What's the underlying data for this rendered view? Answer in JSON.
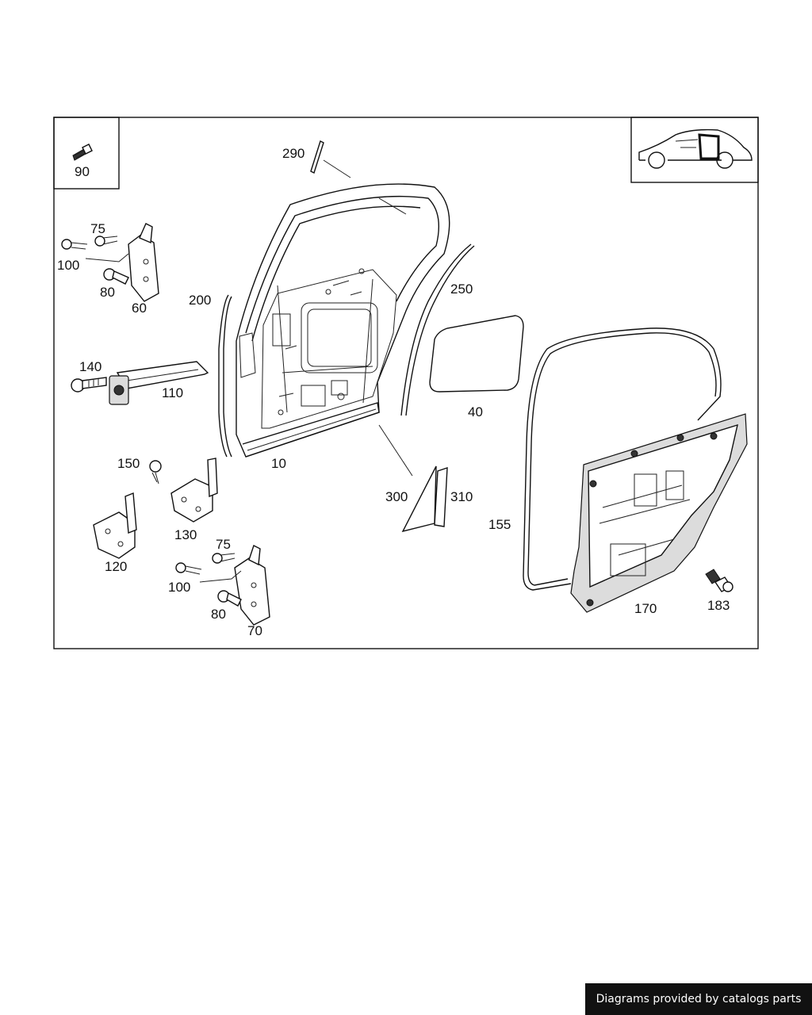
{
  "labels": {
    "p10": "10",
    "p40": "40",
    "p60": "60",
    "p70": "70",
    "p75a": "75",
    "p75b": "75",
    "p80a": "80",
    "p80b": "80",
    "p90": "90",
    "p100a": "100",
    "p100b": "100",
    "p110": "110",
    "p120": "120",
    "p130": "130",
    "p140": "140",
    "p150": "150",
    "p155": "155",
    "p170": "170",
    "p183": "183",
    "p200": "200",
    "p250": "250",
    "p290": "290",
    "p300": "300",
    "p310": "310"
  },
  "icons": {
    "car": "car-silhouette-icon",
    "bolt": "bolt-icon"
  },
  "footer": {
    "credit": "Diagrams provided by catalogs parts"
  }
}
